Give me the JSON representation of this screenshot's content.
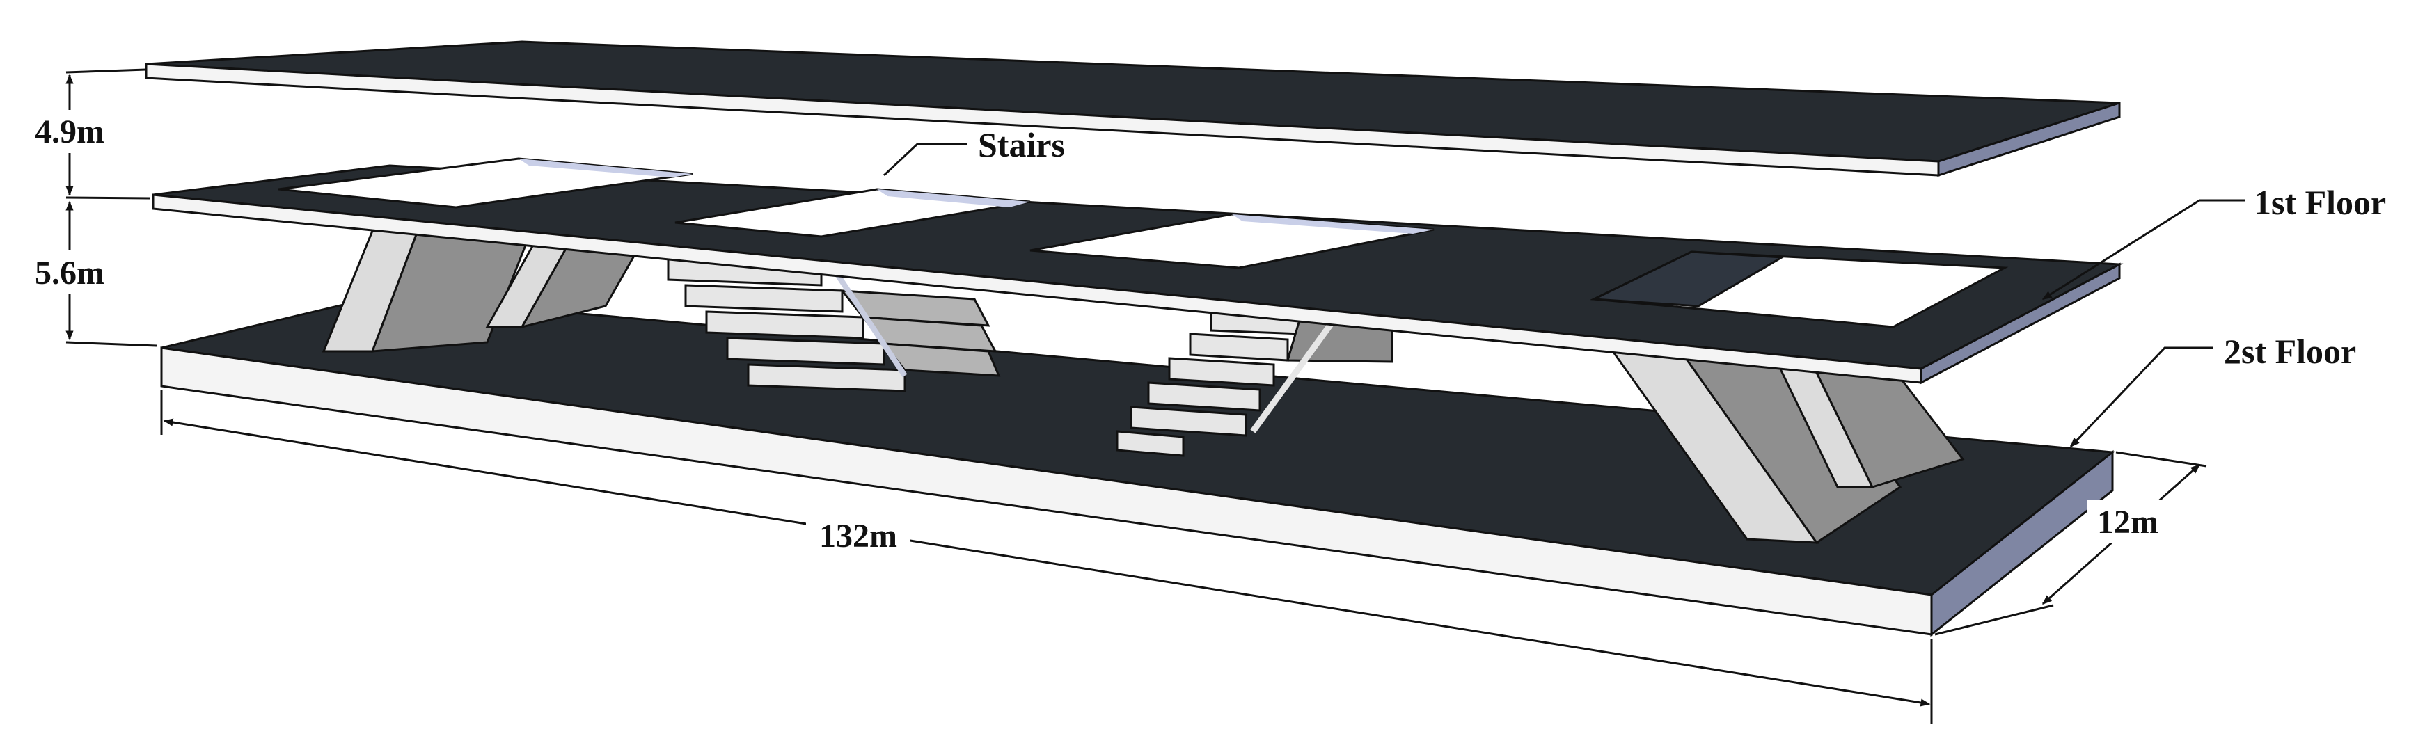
{
  "labels": {
    "stairs": "Stairs",
    "first_floor": "1st Floor",
    "second_floor": "2st Floor"
  },
  "dimensions": {
    "top_height": "4.9m",
    "middle_height": "5.6m",
    "length": "132m",
    "width": "12m"
  },
  "colors": {
    "slab_top": "#262b30",
    "slab_edge": "#f4f4f4",
    "slab_side": "#7f86a3",
    "opening": "#ffffff",
    "support_light": "#dcdcdc",
    "support_dark": "#8f8f8f",
    "stair_light": "#e6e6e6",
    "stair_mid": "#b4b4b4",
    "stair_dark": "#8c8c8c",
    "outline": "#111111"
  }
}
